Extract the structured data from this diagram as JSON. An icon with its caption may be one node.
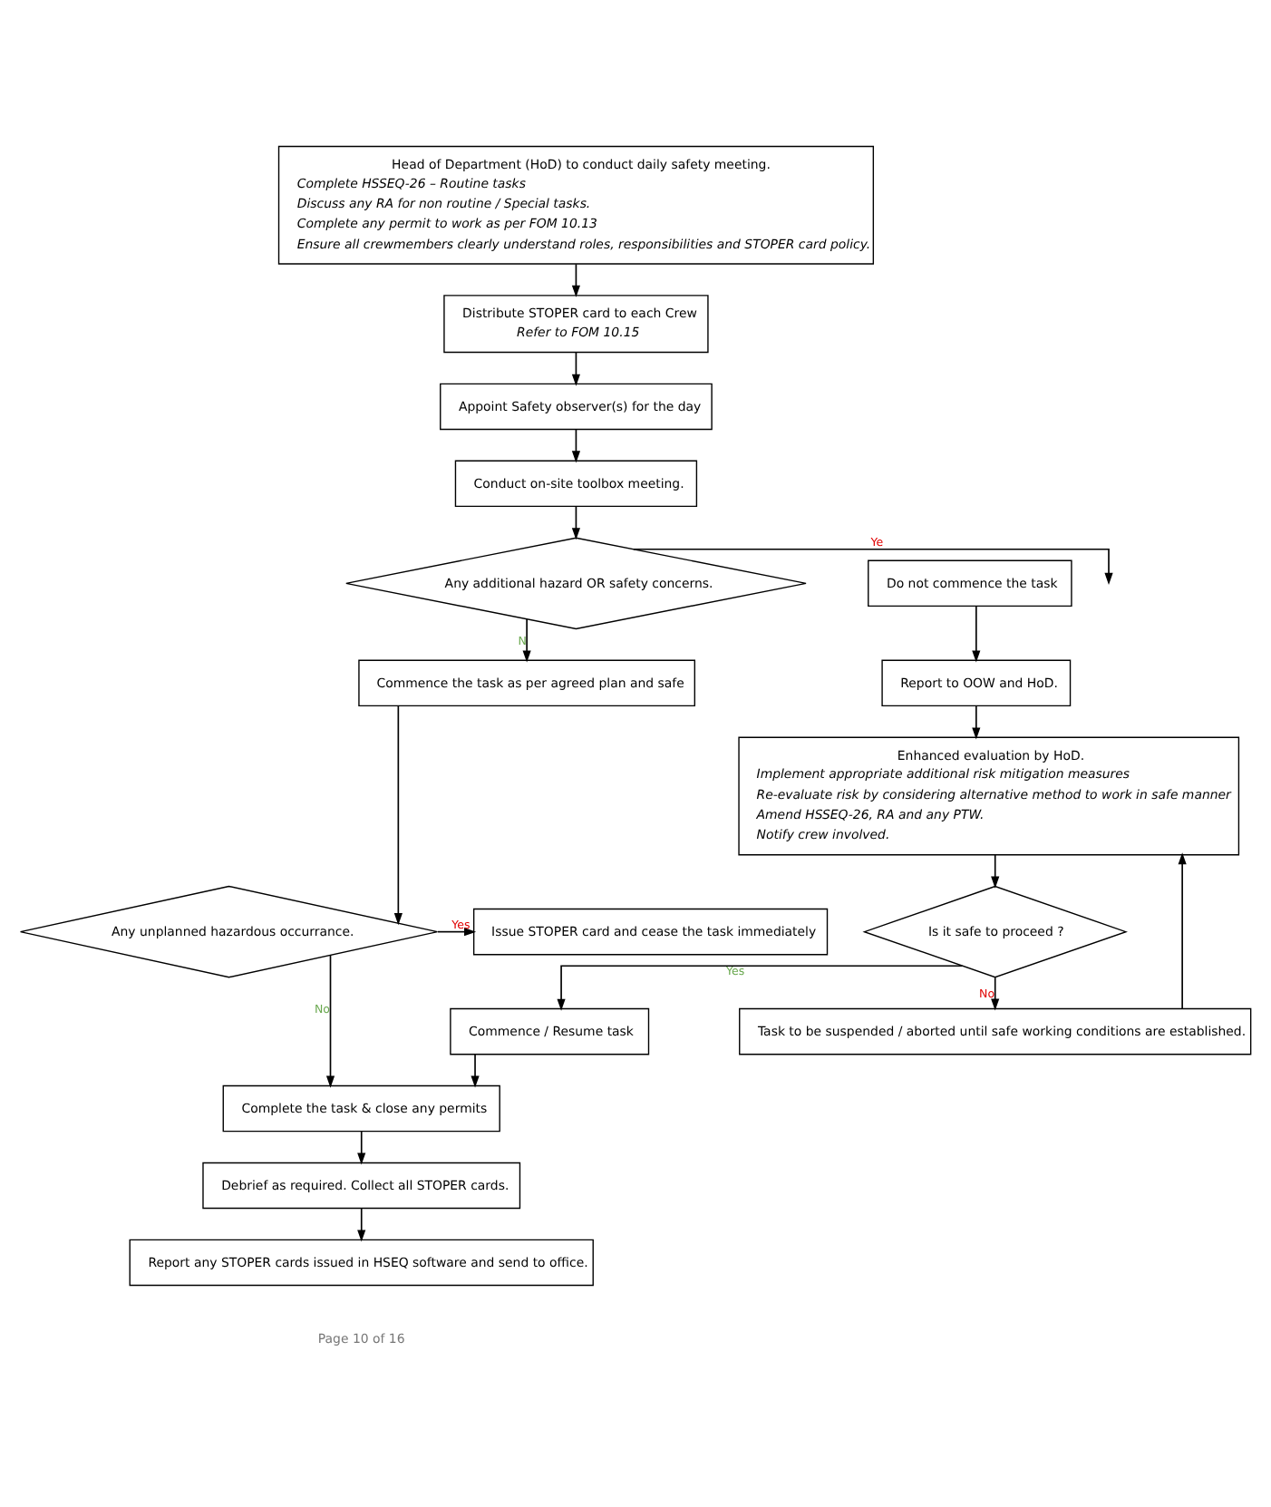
{
  "diagram": {
    "nodes": [
      {
        "text": [
          "Head of Department (HoD) to conduct daily safety meeting.",
          "Complete HSSEQ-26 – Routine tasks",
          "Discuss any RA for non routine / Special tasks.",
          "Complete any permit to work as per FOM 10.13",
          "Ensure all crewmembers clearly understand roles, responsibilities and STOPER card policy."
        ]
      },
      {
        "text": [
          "Distribute STOPER card to each Crew",
          "Refer to FOM 10.15"
        ]
      },
      {
        "text": [
          "Appoint Safety observer(s) for the day"
        ]
      },
      {
        "text": [
          "Conduct on-site toolbox meeting."
        ]
      },
      {
        "text": [
          "Any additional hazard OR safety concerns."
        ]
      },
      {
        "text": [
          "Do not commence the task"
        ]
      },
      {
        "text": [
          "Commence the task as per agreed plan and safe"
        ]
      },
      {
        "text": [
          "Any unplanned hazardous occurrance."
        ]
      },
      {
        "text": [
          "Issue STOPER card and cease the task immediately"
        ]
      },
      {
        "text": [
          "Report to OOW and HoD."
        ]
      },
      {
        "text": [
          "Enhanced evaluation by HoD.",
          "Implement appropriate additional risk mitigation measures",
          "Re-evaluate risk by considering alternative method to work in safe manner",
          "Amend HSSEQ-26, RA and any PTW.",
          "Notify crew involved."
        ]
      },
      {
        "text": [
          "Is it safe to proceed ?"
        ]
      },
      {
        "text": [
          "Commence / Resume task"
        ]
      },
      {
        "text": [
          "Complete the task & close any permits"
        ]
      },
      {
        "text": [
          "Task to be suspended / aborted until safe working conditions are established."
        ]
      },
      {
        "text": [
          "Debrief as required. Collect all STOPER cards."
        ]
      },
      {
        "text": [
          "Report any STOPER cards issued in HSEQ software and send to office."
        ]
      }
    ],
    "edges": [
      {
        "from": 0,
        "to": 1,
        "arrow": "to"
      },
      {
        "from": 1,
        "to": 2,
        "arrow": "to"
      },
      {
        "from": 2,
        "to": 3,
        "arrow": "to"
      },
      {
        "from": 3,
        "to": 4,
        "arrow": "to"
      },
      {
        "from": 4,
        "to": null,
        "arrow": "to",
        "label": "Ye"
      },
      {
        "from": 4,
        "to": 6,
        "arrow": "to",
        "label": "N"
      },
      {
        "from": 5,
        "to": 9,
        "arrow": "to"
      },
      {
        "from": 6,
        "to": 7,
        "arrow": "to"
      },
      {
        "from": 7,
        "to": 8,
        "arrow": "to",
        "label": "Yes"
      },
      {
        "from": 7,
        "to": 13,
        "arrow": "to",
        "label": "No"
      },
      {
        "from": 9,
        "to": 10,
        "arrow": "to"
      },
      {
        "from": 10,
        "to": 11,
        "arrow": "to"
      },
      {
        "from": 11,
        "to": 12,
        "arrow": "to",
        "label": "Yes"
      },
      {
        "from": 11,
        "to": 14,
        "arrow": "to",
        "label": "No"
      },
      {
        "from": 14,
        "to": 10,
        "arrow": "to"
      },
      {
        "from": 12,
        "to": 13,
        "arrow": "to"
      },
      {
        "from": 13,
        "to": 15,
        "arrow": "to"
      },
      {
        "from": 15,
        "to": 16,
        "arrow": "to"
      }
    ],
    "labels": [
      "Page 10 of 16"
    ]
  }
}
